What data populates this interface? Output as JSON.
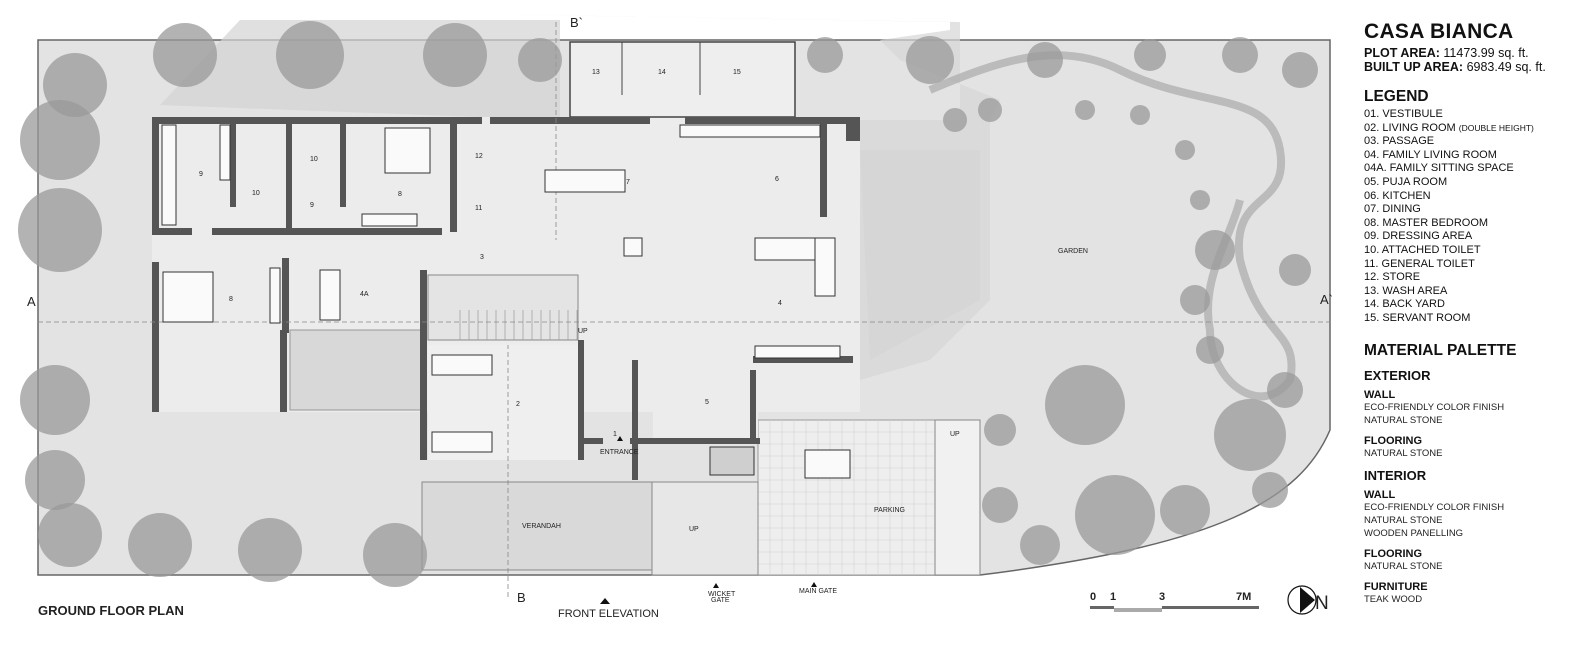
{
  "title": "CASA BIANCA",
  "areas": {
    "plot_label": "PLOT AREA:",
    "plot_value": "11473.99 sq. ft.",
    "built_label": "BUILT UP AREA:",
    "built_value": "6983.49 sq. ft."
  },
  "legend": {
    "heading": "LEGEND",
    "items": [
      {
        "text": "01. VESTIBULE",
        "note": ""
      },
      {
        "text": "02. LIVING ROOM",
        "note": "(DOUBLE HEIGHT)"
      },
      {
        "text": "03. PASSAGE",
        "note": ""
      },
      {
        "text": "04. FAMILY LIVING ROOM",
        "note": ""
      },
      {
        "text": "04A. FAMILY SITTING SPACE",
        "note": ""
      },
      {
        "text": "05. PUJA ROOM",
        "note": ""
      },
      {
        "text": "06. KITCHEN",
        "note": ""
      },
      {
        "text": "07. DINING",
        "note": ""
      },
      {
        "text": "08. MASTER BEDROOM",
        "note": ""
      },
      {
        "text": "09. DRESSING AREA",
        "note": ""
      },
      {
        "text": "10. ATTACHED TOILET",
        "note": ""
      },
      {
        "text": "11. GENERAL TOILET",
        "note": ""
      },
      {
        "text": "12. STORE",
        "note": ""
      },
      {
        "text": "13. WASH AREA",
        "note": ""
      },
      {
        "text": "14. BACK YARD",
        "note": ""
      },
      {
        "text": "15. SERVANT ROOM",
        "note": ""
      }
    ]
  },
  "materials": {
    "heading": "MATERIAL PALETTE",
    "exterior": {
      "heading": "EXTERIOR",
      "wall_heading": "WALL",
      "wall": [
        "ECO-FRIENDLY COLOR FINISH",
        "NATURAL STONE"
      ],
      "flooring_heading": "FLOORING",
      "flooring": [
        "NATURAL STONE"
      ]
    },
    "interior": {
      "heading": "INTERIOR",
      "wall_heading": "WALL",
      "wall": [
        "ECO-FRIENDLY COLOR FINISH",
        "NATURAL STONE",
        "WOODEN PANELLING"
      ],
      "flooring_heading": "FLOORING",
      "flooring": [
        "NATURAL STONE"
      ],
      "furniture_heading": "FURNITURE",
      "furniture": [
        "TEAK WOOD"
      ]
    }
  },
  "plan": {
    "caption": "GROUND FLOOR PLAN",
    "front_elevation": "FRONT ELEVATION",
    "section_b": "B",
    "section_b_top": "B`",
    "section_a": "A",
    "section_a_right": "A`",
    "rooms": {
      "r9a": "9",
      "r10a": "10",
      "r10b": "10",
      "r9b": "9",
      "r8a": "8",
      "r12": "12",
      "r11": "11",
      "r7": "7",
      "r6": "6",
      "r3": "3",
      "r4a": "4A",
      "r8b": "8",
      "r4": "4",
      "r2": "2",
      "r1": "1",
      "r5": "5",
      "r13": "13",
      "r14": "14",
      "r15": "15"
    },
    "entrance": "ENTRANCE",
    "verandah": "VERANDAH",
    "parking": "PARKING",
    "garden": "GARDEN",
    "up": "UP",
    "wicket_gate": [
      "WICKET",
      "GATE"
    ],
    "main_gate": "MAIN GATE"
  },
  "scale_bar": {
    "ticks": [
      "0",
      "1",
      "3",
      "7M"
    ]
  },
  "north": "N",
  "colors": {
    "wall": "#555555",
    "ground": "#e2e2e2",
    "floor": "#ececec",
    "tree": "#9a9a9a",
    "shadow": "#d2d2d2"
  }
}
